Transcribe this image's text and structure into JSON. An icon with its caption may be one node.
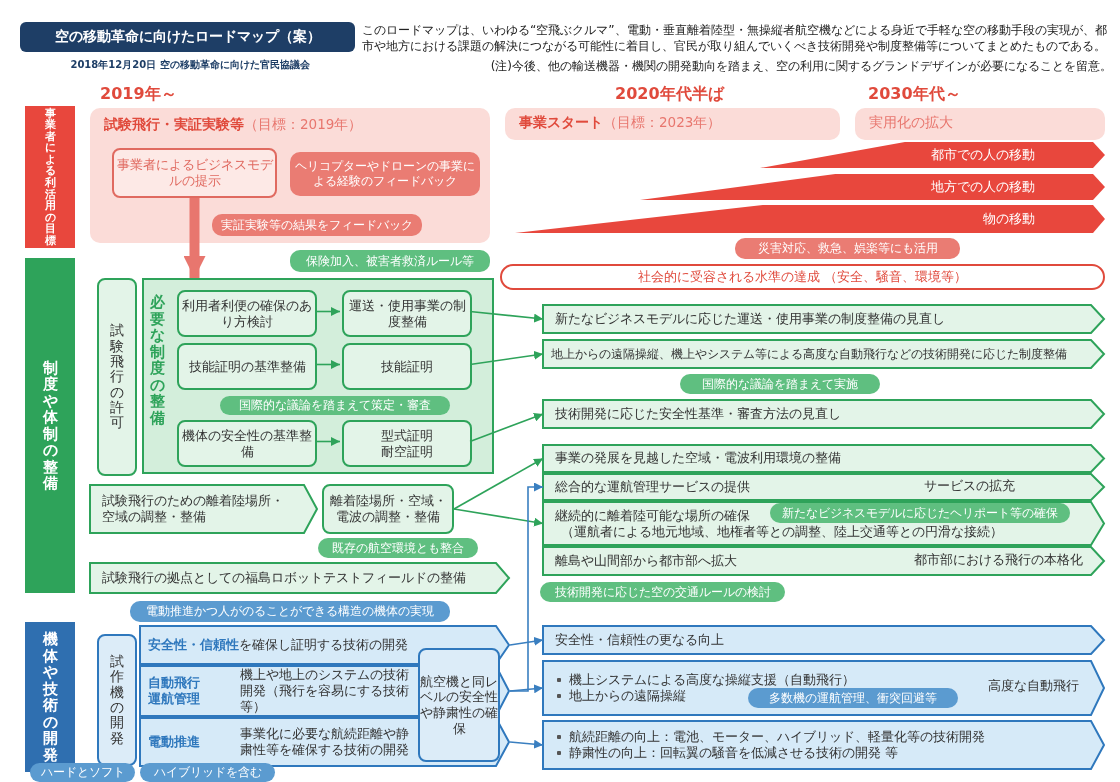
{
  "diagram": {
    "title": "空の移動革命に向けたロードマップ（案）",
    "nodes": [
      {
        "text": [
          "事業者による利活用の目標"
        ]
      },
      {
        "text": [
          "**試験飛行・実証実験等**（目標：2019年）"
        ]
      },
      {
        "text": [
          "事業者によるビジネスモデルの提示"
        ],
        "in": 1
      },
      {
        "text": [
          "ヘリコプターやドローンの事業による経験のフィードバック"
        ],
        "in": 1
      },
      {
        "text": [
          "実証実験等の結果をフィードバック"
        ],
        "in": 1
      },
      {
        "text": [
          "**事業スタート**（目標：2023年）"
        ]
      },
      {
        "text": [
          "実用化の拡大"
        ]
      },
      {
        "text": [
          "都市での人の移動"
        ]
      },
      {
        "text": [
          "地方での人の移動"
        ]
      },
      {
        "text": [
          "物の移動"
        ]
      },
      {
        "text": [
          "災害対応、救急、娯楽等にも活用"
        ]
      },
      {
        "text": [
          "社会的に受容される水準の達成 （安全、騒音、環境等）"
        ]
      },
      {
        "text": [
          "制度や体制の整備"
        ]
      },
      {
        "text": [
          "試験飛行の許可"
        ]
      },
      {
        "text": [
          "必要な制度の整備"
        ]
      },
      {
        "text": [
          "利用者利便の確保のあり方検討"
        ],
        "in": 14
      },
      {
        "text": [
          "運送・使用事業の制度整備"
        ],
        "in": 14
      },
      {
        "text": [
          "技能証明の基準整備"
        ],
        "in": 14
      },
      {
        "text": [
          "技能証明"
        ],
        "in": 14
      },
      {
        "text": [
          "国際的な議論を踏まえて策定・審査"
        ],
        "in": 14
      },
      {
        "text": [
          "機体の安全性の基準整備"
        ],
        "in": 14
      },
      {
        "text": [
          "型式証明",
          "耐空証明"
        ],
        "in": 14
      },
      {
        "text": [
          "保険加入、被害者救済ルール等"
        ]
      },
      {
        "text": [
          "試験飛行のための離着陸場所・空域の調整・整備"
        ]
      },
      {
        "text": [
          "離着陸場所・空域・電波の調整・整備"
        ]
      },
      {
        "text": [
          "既存の航空環境とも整合"
        ]
      },
      {
        "text": [
          "試験飛行の拠点としての福島ロボットテストフィールドの整備"
        ]
      },
      {
        "text": [
          "新たなビジネスモデルに応じた運送・使用事業の制度整備の見直し"
        ]
      },
      {
        "text": [
          "地上からの遠隔操縦、機上やシステム等による高度な自動飛行などの技術開発に応じた制度整備"
        ]
      },
      {
        "text": [
          "国際的な議論を踏まえて実施"
        ]
      },
      {
        "text": [
          "技術開発に応じた安全性基準・審査方法の見直し"
        ]
      },
      {
        "text": [
          "事業の発展を見越した空域・電波利用環境の整備"
        ]
      },
      {
        "text": [
          "総合的な運航管理サービスの提供",
          "サービスの拡充"
        ]
      },
      {
        "text": [
          "継続的に離着陸可能な場所の確保",
          "（運航者による地元地域、地権者等との調整、陸上交通等との円滑な接続）"
        ]
      },
      {
        "text": [
          "新たなビジネスモデルに応じたヘリポート等の確保"
        ],
        "in": 33
      },
      {
        "text": [
          "離島や山間部から都市部へ拡大",
          "都市部における飛行の本格化"
        ]
      },
      {
        "text": [
          "技術開発に応じた空の交通ルールの検討"
        ]
      },
      {
        "text": [
          "電動推進かつ人がのることができる構造の機体の実現"
        ]
      },
      {
        "text": [
          "機体や技術の開発"
        ]
      },
      {
        "text": [
          "試作機の開発"
        ]
      },
      {
        "text": [
          "**安全性・信頼性** を確保し証明する技術の開発"
        ]
      },
      {
        "text": [
          "自動飛行",
          "運航管理",
          "機上や地上のシステムの技術開発（飛行を容易にする技術等）"
        ]
      },
      {
        "text": [
          "電動推進",
          "事業化に必要な航続距離や静粛性等を確保する技術の開発"
        ]
      },
      {
        "text": [
          "航空機と同レベルの安全性や静粛性の確保"
        ]
      },
      {
        "text": [
          "安全性・信頼性の更なる向上"
        ]
      },
      {
        "text": [
          "機上システムによる高度な操縦支援（自動飛行）",
          "地上からの遠隔操縦",
          "高度な自動飛行"
        ]
      },
      {
        "text": [
          "多数機の運航管理、衝突回避等"
        ],
        "in": 45
      },
      {
        "text": [
          "航続距離の向上：電池、モーター、ハイブリッド、軽量化等の技術開発",
          "静粛性の向上：回転翼の騒音を低減させる技術の開発 等"
        ]
      },
      {
        "text": [
          "ハードとソフト"
        ]
      },
      {
        "text": [
          "ハイブリッドを含む"
        ]
      }
    ],
    "edges": [
      {
        "from": 2,
        "to": 14,
        "arrow": "to",
        "style": "thick",
        "color": "#e8766e"
      },
      {
        "from": 15,
        "to": 16,
        "arrow": "to"
      },
      {
        "from": 17,
        "to": 18,
        "arrow": "to"
      },
      {
        "from": 20,
        "to": 21,
        "arrow": "to"
      },
      {
        "from": 16,
        "to": 27,
        "arrow": "to"
      },
      {
        "from": 18,
        "to": 28,
        "arrow": "to"
      },
      {
        "from": 21,
        "to": 30,
        "arrow": "to"
      },
      {
        "from": 24,
        "to": 31,
        "arrow": "to"
      },
      {
        "from": 24,
        "to": 33,
        "arrow": "to"
      },
      {
        "from": 40,
        "to": 44,
        "arrow": "to",
        "color": "#3a7fc0"
      },
      {
        "from": 41,
        "to": 45,
        "arrow": "to",
        "color": "#3a7fc0"
      },
      {
        "from": 42,
        "to": 47,
        "arrow": "to",
        "color": "#3a7fc0"
      },
      {
        "from": 41,
        "to": 32,
        "arrow": "to",
        "color": "#3a7fc0"
      }
    ],
    "labels": [
      "2018年12月20日 空の移動革命に向けた官民協議会",
      "このロードマップは、いわゆる“空飛ぶクルマ”、電動・垂直離着陸型・無操縦者航空機などによる身近で手軽な空の移動手段の実現が、都市や地方における課題の解決につながる可能性に着目し、官民が取り組んでいくべき技術開発や制度整備等についてまとめたものである。",
      "(注)今後、他の輸送機器・機関の開発動向を踏まえ、空の利用に関するグランドデザインが必要になることを留意。",
      "2019年～",
      "2020年代半ば",
      "2030年代～"
    ]
  }
}
